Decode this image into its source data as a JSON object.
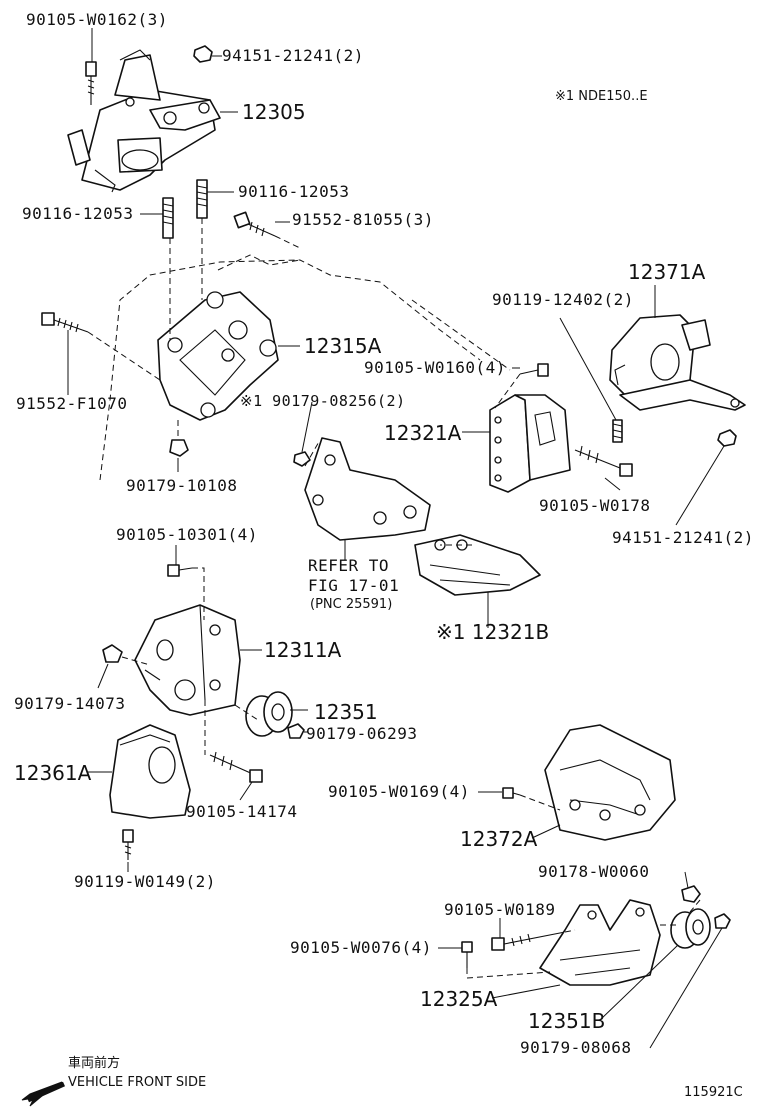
{
  "labels": {
    "p90105_W0162": "90105-W0162(3)",
    "p94151_21241_top": "94151-21241(2)",
    "p12305": "12305",
    "note_nde": "※1 NDE150..E",
    "p90116_12053_r": "90116-12053",
    "p90116_12053_l": "90116-12053",
    "p91552_81055": "91552-81055(3)",
    "p12371A": "12371A",
    "p90119_12402": "90119-12402(2)",
    "p12315A": "12315A",
    "p90105_W0160": "90105-W0160(4)",
    "p91552_F1070": "91552-F1070",
    "p90179_08256": "※1 90179-08256(2)",
    "p12321A": "12321A",
    "p90179_10108": "90179-10108",
    "p90105_W0178": "90105-W0178",
    "p94151_21241_r": "94151-21241(2)",
    "p90105_10301": "90105-10301(4)",
    "refer_1": "REFER TO",
    "refer_2": "FIG 17-01",
    "refer_3": "(PNC 25591)",
    "p12321B": "※1 12321B",
    "p12311A": "12311A",
    "p90179_14073": "90179-14073",
    "p12351": "12351",
    "p90179_06293": "90179-06293",
    "p12361A": "12361A",
    "p90105_14174": "90105-14174",
    "p90105_W0169": "90105-W0169(4)",
    "p12372A": "12372A",
    "p90119_W0149": "90119-W0149(2)",
    "p90178_W0060": "90178-W0060",
    "p90105_W0189": "90105-W0189",
    "p90105_W0076": "90105-W0076(4)",
    "p12325A": "12325A",
    "p12351B": "12351B",
    "p90179_08068": "90179-08068",
    "front_jp": "車両前方",
    "front_en": "VEHICLE FRONT SIDE",
    "drawing_no": "115921C"
  },
  "icons": {
    "front_arrow": "arrow-left-down-icon"
  }
}
